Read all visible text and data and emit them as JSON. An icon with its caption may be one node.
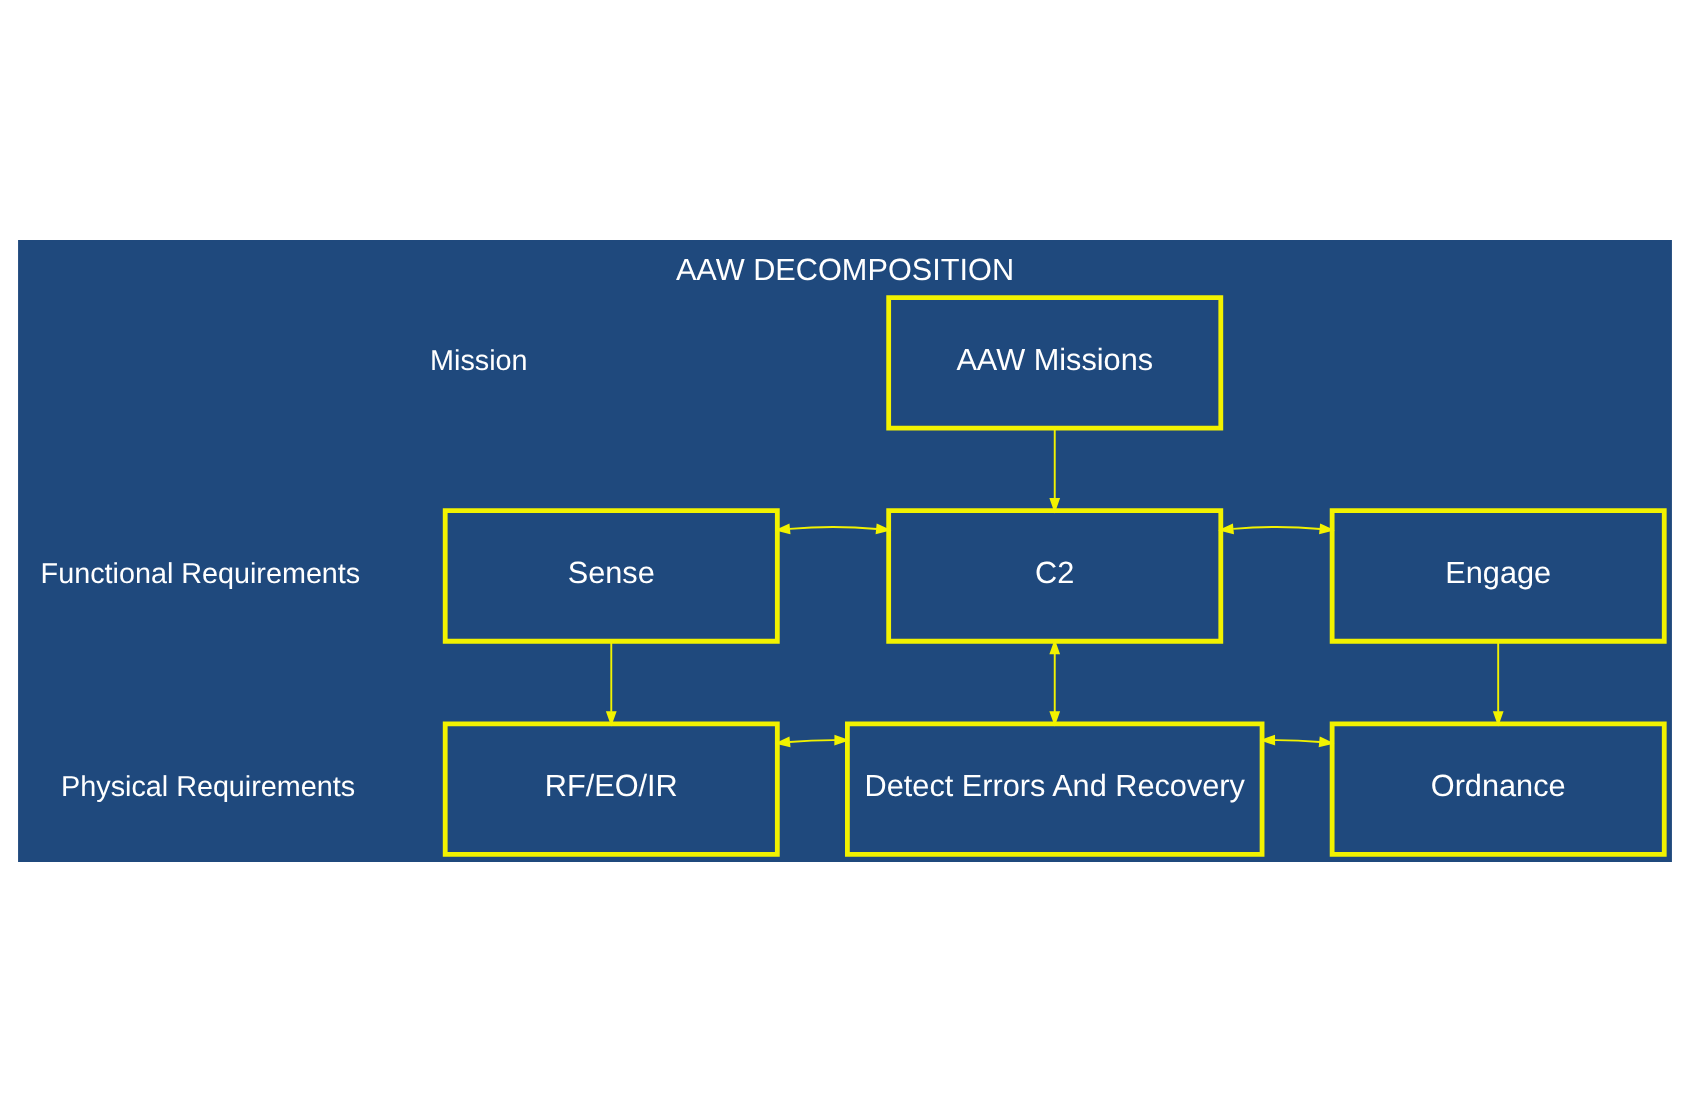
{
  "diagram": {
    "title": "AAW DECOMPOSITION",
    "nodes": [
      {
        "text": [
          "AAW Missions"
        ]
      },
      {
        "text": [
          "Sense"
        ]
      },
      {
        "text": [
          "C2"
        ]
      },
      {
        "text": [
          "Engage"
        ]
      },
      {
        "text": [
          "RF/EO/IR"
        ]
      },
      {
        "text": [
          "Detect Errors And Recovery"
        ]
      },
      {
        "text": [
          "Ordnance"
        ]
      }
    ],
    "edges": [
      {
        "from": 0,
        "to": 2,
        "arrow": "to"
      },
      {
        "from": 1,
        "to": 2,
        "arrow": "both"
      },
      {
        "from": 2,
        "to": 3,
        "arrow": "both"
      },
      {
        "from": 1,
        "to": 4,
        "arrow": "to"
      },
      {
        "from": 2,
        "to": 5,
        "arrow": "both"
      },
      {
        "from": 3,
        "to": 6,
        "arrow": "to"
      },
      {
        "from": 4,
        "to": 5,
        "arrow": "both"
      },
      {
        "from": 5,
        "to": 6,
        "arrow": "both"
      }
    ],
    "labels": [
      "Mission",
      "Functional Requirements",
      "Physical Requirements"
    ]
  }
}
